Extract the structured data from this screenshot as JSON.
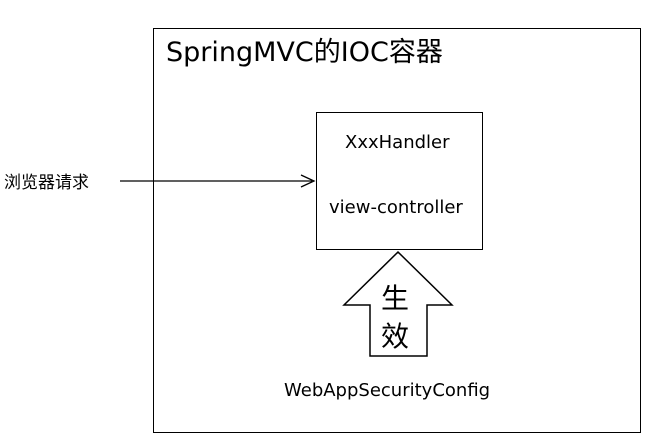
{
  "container": {
    "title": "SpringMVC的IOC容器"
  },
  "handler_box": {
    "handler_label": "XxxHandler",
    "view_controller_label": "view-controller"
  },
  "request": {
    "label": "浏览器请求"
  },
  "effect_arrow": {
    "char_1": "生",
    "char_2": "效"
  },
  "config": {
    "label": "WebAppSecurityConfig"
  }
}
